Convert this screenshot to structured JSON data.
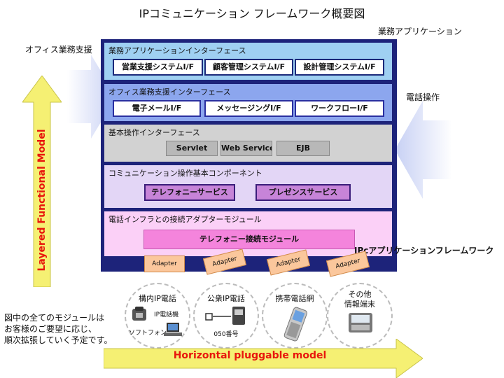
{
  "title": "IPコミュニケーション  フレームワーク概要図",
  "labels": {
    "gyomu_app": "業務アプリケーション",
    "office_shien": "オフィス業務支援",
    "denwa_sousa": "電話操作",
    "framework": "IPcアプリケーションフレームワーク",
    "vertical_model": "Layered Functional Model",
    "horizontal_model": "Horizontal pluggable model"
  },
  "layers": [
    {
      "title": "業務アプリケーションインターフェース",
      "chips": [
        "営業支援システムI/F",
        "顧客管理システムI/F",
        "設計管理システムI/F"
      ]
    },
    {
      "title": "オフィス業務支援インターフェース",
      "chips": [
        "電子メールI/F",
        "メッセージングI/F",
        "ワークフローI/F"
      ]
    },
    {
      "title": "基本操作インターフェース",
      "chips": [
        "Servlet",
        "Web Service",
        "EJB"
      ]
    },
    {
      "title": "コミュニケーション操作基本コンポーネント",
      "chips": [
        "テレフォニーサービス",
        "プレゼンスサービス"
      ]
    },
    {
      "title": "電話インフラとの接続アダプターモジュール",
      "chips": [
        "テレフォニー接続モジュール"
      ]
    }
  ],
  "adapters": [
    "Adapter",
    "Adapter",
    "Adapter",
    "Adapter"
  ],
  "endpoints": [
    {
      "title": "構内IP電話",
      "sub1": "IP電話機",
      "sub2": "ソフトフォン"
    },
    {
      "title": "公衆IP電話",
      "sub1": "050番号"
    },
    {
      "title": "携帯電話網"
    },
    {
      "title": "その他",
      "title2": "情報端末"
    }
  ],
  "note": [
    "図中の全てのモジュールは",
    "お客様のご要望に応じ、",
    "順次拡張していく予定です。"
  ],
  "colors": {
    "frame": "#1d237a",
    "layer_app": "#9fd0f2",
    "layer_office": "#8ca6ee",
    "layer_base": "#d2d2d2",
    "layer_comm": "#e3d6f6",
    "layer_adapter": "#fbd0f7",
    "arrow_fill": "#f5f073",
    "arrow_text": "#e8160c"
  }
}
